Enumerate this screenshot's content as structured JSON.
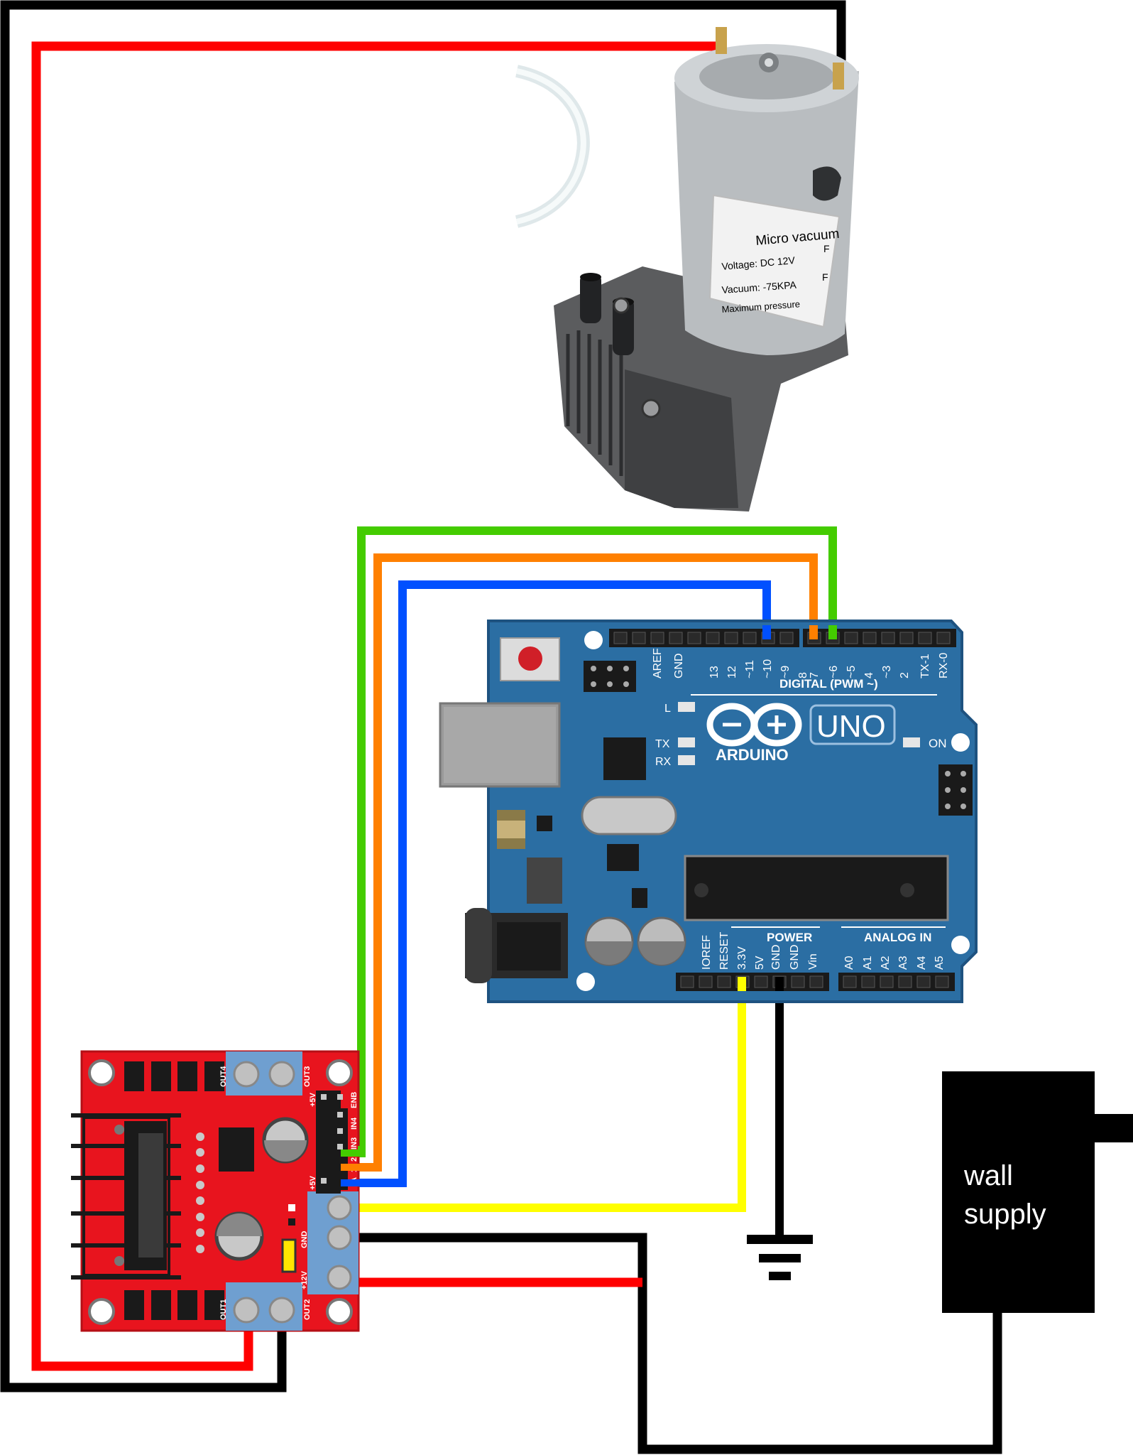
{
  "pump": {
    "label_title": "Micro vacuum",
    "label_voltage": "Voltage: DC 12V",
    "label_vacuum": "Vacuum: -75KPA",
    "label_pressure": "Maximum pressure",
    "label_partial_1": "F",
    "label_partial_2": "F"
  },
  "arduino": {
    "brand": "ARDUINO",
    "model": "UNO",
    "digital_header": "DIGITAL (PWM ~)",
    "power_header": "POWER",
    "analog_header": "ANALOG IN",
    "on_label": "ON",
    "led_l": "L",
    "led_tx": "TX",
    "led_rx": "RX",
    "digital_pins": [
      "AREF",
      "GND",
      "13",
      "12",
      "~11",
      "~10",
      "~9",
      "8",
      "7",
      "~6",
      "~5",
      "4",
      "~3",
      "2",
      "TX-1",
      "RX-0"
    ],
    "power_pins": [
      "IOREF",
      "RESET",
      "3.3V",
      "5V",
      "GND",
      "GND",
      "Vin"
    ],
    "analog_pins": [
      "A0",
      "A1",
      "A2",
      "A3",
      "A4",
      "A5"
    ]
  },
  "driver": {
    "out1": "OUT1",
    "out2": "OUT2",
    "out3": "OUT3",
    "out4": "OUT4",
    "plus5v_top": "+5V",
    "plus5v_mid": "+5V",
    "gnd": "GND",
    "plus12v": "+12V",
    "enb": "ENB",
    "in4": "IN4",
    "in3": "IN3",
    "in2": "2",
    "in1": "1",
    "ena": "A"
  },
  "supply": {
    "line1": "wall",
    "line2": "supply"
  },
  "wire_colors": {
    "red": "#ff0000",
    "black": "#000000",
    "green": "#44cc00",
    "orange": "#ff8000",
    "blue": "#0050ff",
    "yellow": "#ffff00"
  },
  "board_colors": {
    "arduino_blue": "#2b6ea3",
    "arduino_dark": "#1e5280",
    "driver_red": "#e8141e",
    "heatsink": "#1a1a1a",
    "terminal_blue": "#6f9fd0"
  }
}
